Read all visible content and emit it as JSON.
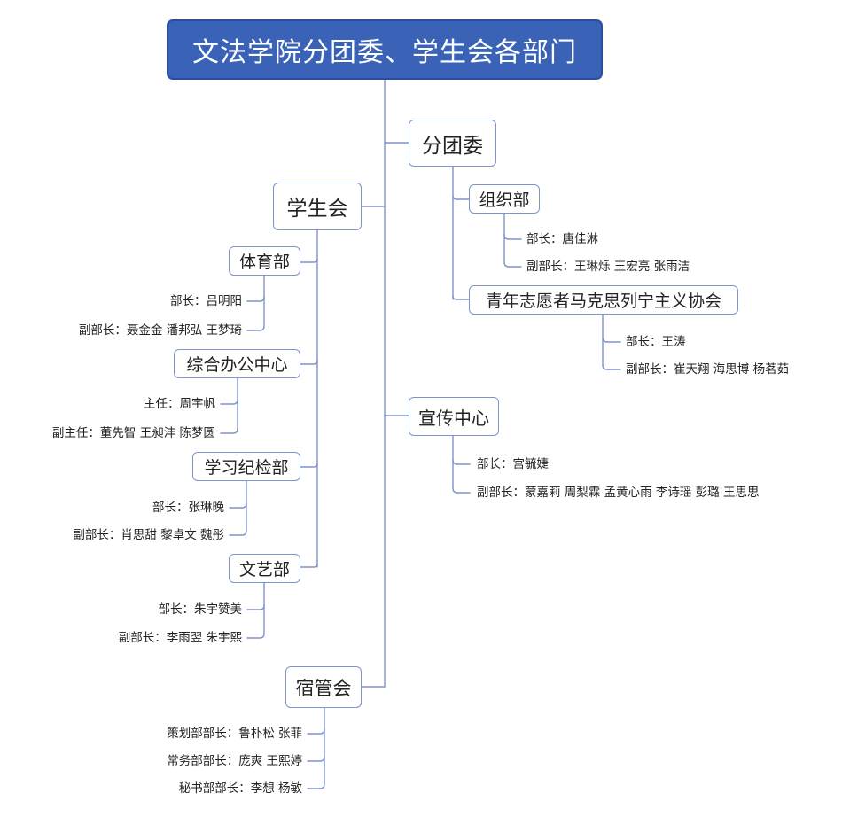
{
  "title": "文法学院分团委、学生会各部门",
  "branches": {
    "fentuanwei": {
      "label": "分团委",
      "zuzhibu": {
        "label": "组织部",
        "items": [
          "部长：唐佳淋",
          "副部长：王琳烁  王宏亮  张雨洁"
        ]
      },
      "qingnian": {
        "label": "青年志愿者马克思列宁主义协会",
        "items": [
          "部长：王涛",
          "副部长：崔天翔  海思博  杨茗茹"
        ]
      }
    },
    "xueshenghui": {
      "label": "学生会",
      "tiyubu": {
        "label": "体育部",
        "items": [
          "部长：吕明阳",
          "副部长：聂金金  潘邦弘  王梦琦"
        ]
      },
      "zonghe": {
        "label": "综合办公中心",
        "items": [
          "主任：周宇帆",
          "副主任：董先智  王昶沣  陈梦圆"
        ]
      },
      "xuexi": {
        "label": "学习纪检部",
        "items": [
          "部长：张琳晚",
          "副部长：肖思甜  黎卓文  魏彤"
        ]
      },
      "wenyi": {
        "label": "文艺部",
        "items": [
          "部长：朱宇赞美",
          "副部长：李雨翌  朱宇熙"
        ]
      }
    },
    "xuanchuan": {
      "label": "宣传中心",
      "items": [
        "部长：宫毓婕",
        "副部长：蒙嘉莉  周梨霖  孟黄心雨  李诗瑶  彭璐  王思思"
      ]
    },
    "suguanhui": {
      "label": "宿管会",
      "items": [
        "策划部部长：鲁朴松  张菲",
        "常务部部长：庞爽  王熙婷",
        "秘书部部长：李想  杨敏"
      ]
    }
  },
  "colors": {
    "root_fill": "#3a63b8",
    "node_border": "#7f94c9",
    "line": "#7f94c9"
  }
}
